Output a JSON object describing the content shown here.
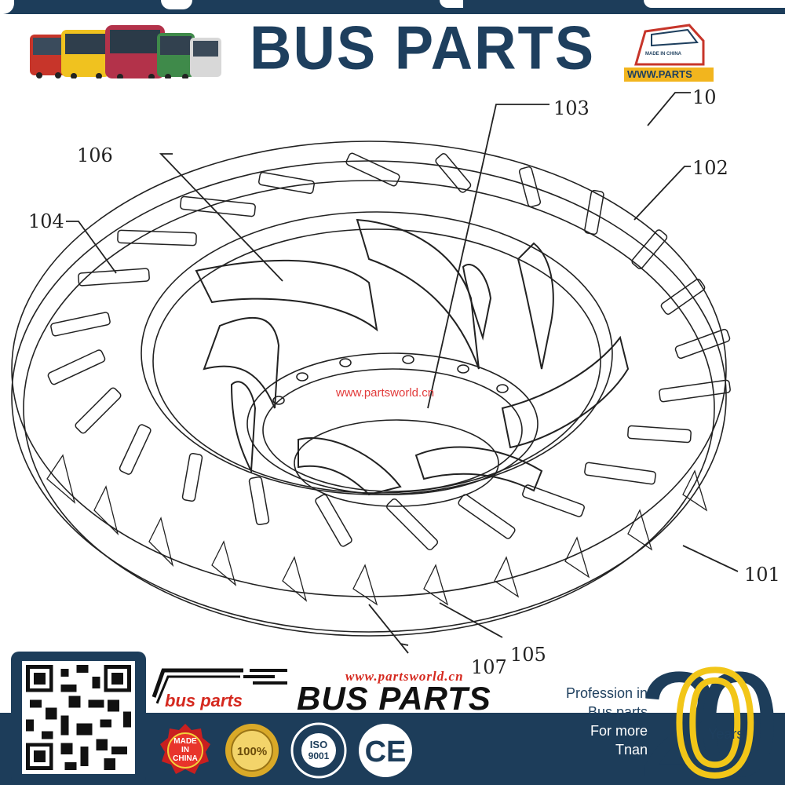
{
  "header": {
    "title": "BUS PARTS",
    "site_badge": "WWW.PARTS",
    "made_in": "MADE IN CHINA"
  },
  "drawing": {
    "callouts": [
      "103",
      "10",
      "106",
      "102",
      "104",
      "101",
      "105",
      "107"
    ],
    "watermark": "www.partsworld.cn"
  },
  "footer": {
    "url_script": "www.partsworld.cn",
    "brand": "BUS PARTS",
    "logo_text": "bus parts",
    "tagline": [
      "Profession in",
      "Bus parts",
      "For more",
      "Tnan"
    ],
    "years_number": "20",
    "years_label": "Years",
    "certs": {
      "made_in_china": [
        "MADE",
        "IN",
        "CHINA"
      ],
      "satisfaction": "100%",
      "iso": [
        "ISO",
        "9001"
      ],
      "ce": "CE"
    }
  },
  "colors": {
    "navy": "#1d3d5a",
    "brand_blue": "#1e3f5e",
    "red": "#d5281e",
    "gold": "#f2c618"
  }
}
